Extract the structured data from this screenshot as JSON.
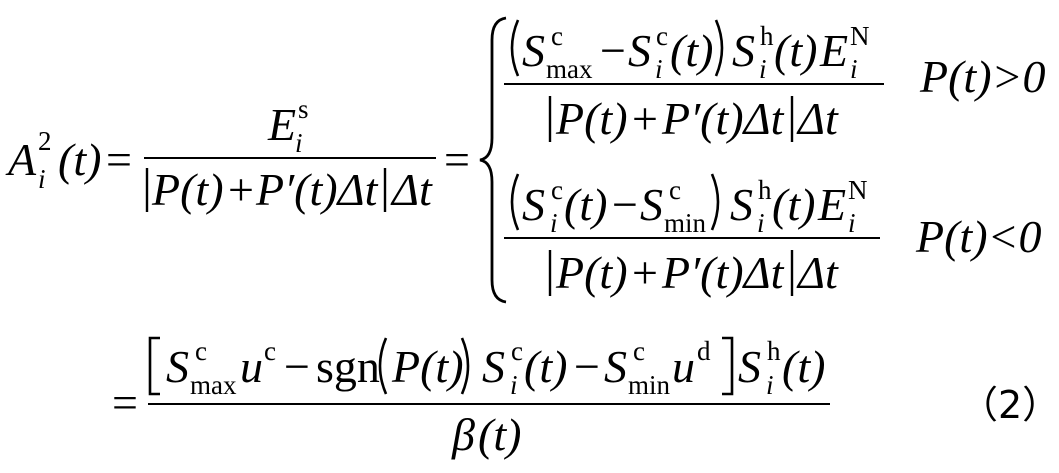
{
  "equation": {
    "lhs": {
      "symbol": "A",
      "sup": "2",
      "sub": "i",
      "arg": "(t)"
    },
    "equals": "=",
    "frac1": {
      "num": {
        "symbol": "E",
        "sup": "s",
        "sub": "i"
      },
      "den": {
        "p1": "P(t)",
        "plus": "+",
        "p2": "P′(t)Δt",
        "dt": "Δt"
      }
    },
    "cases": [
      {
        "num": {
          "s1": "S",
          "s1_sup": "c",
          "s1_sub": "max",
          "minus": "−",
          "s2": "S",
          "s2_sup": "c",
          "s2_sub": "i",
          "s2_arg": "(t)",
          "s3": "S",
          "s3_sup": "h",
          "s3_sub": "i",
          "s3_arg": "(t)",
          "e": "E",
          "e_sup": "N",
          "e_sub": "i"
        },
        "den": {
          "p1": "P(t)",
          "plus": "+",
          "p2": "P′(t)Δt",
          "dt": "Δt"
        },
        "condition": "P(t)>0"
      },
      {
        "num": {
          "s1": "S",
          "s1_sup": "c",
          "s1_sub": "i",
          "s1_arg": "(t)",
          "minus": "−",
          "s2": "S",
          "s2_sup": "c",
          "s2_sub": "min",
          "s3": "S",
          "s3_sup": "h",
          "s3_sub": "i",
          "s3_arg": "(t)",
          "e": "E",
          "e_sup": "N",
          "e_sub": "i"
        },
        "den": {
          "p1": "P(t)",
          "plus": "+",
          "p2": "P′(t)Δt",
          "dt": "Δt"
        },
        "condition": "P(t)<0"
      }
    ],
    "line2": {
      "num": {
        "s1": "S",
        "s1_sup": "c",
        "s1_sub": "max",
        "u1": "u",
        "u1_sup": "c",
        "minus1": "−",
        "sgn": "sgn",
        "p": "P(t)",
        "s2": "S",
        "s2_sup": "c",
        "s2_sub": "i",
        "s2_arg": "(t)",
        "minus2": "−",
        "s3": "S",
        "s3_sup": "c",
        "s3_sub": "min",
        "u2": "u",
        "u2_sup": "d",
        "s4": "S",
        "s4_sup": "h",
        "s4_sub": "i",
        "s4_arg": "(t)"
      },
      "den": {
        "beta": "β",
        "arg": "(t)"
      }
    },
    "number": "（2）"
  }
}
